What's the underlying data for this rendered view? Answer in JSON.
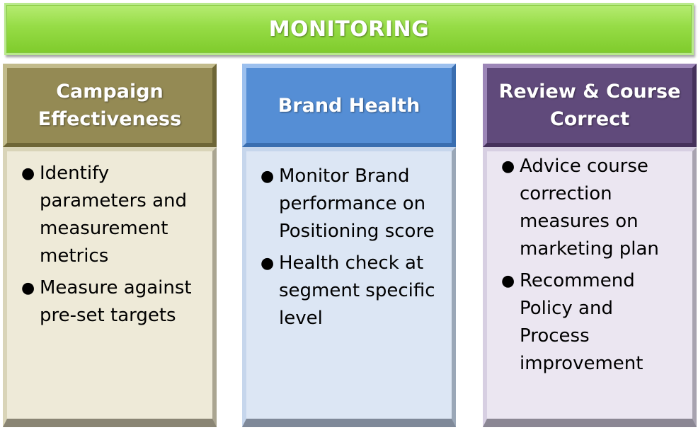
{
  "title": "MONITORING",
  "columns": [
    {
      "heading": "Campaign Effectiveness",
      "bullets": [
        "Identify parameters and measurement metrics",
        "Measure against pre-set targets"
      ]
    },
    {
      "heading": "Brand Health",
      "bullets": [
        "Monitor Brand performance on Positioning score",
        "Health check at segment specific level"
      ]
    },
    {
      "heading": "Review & Course Correct",
      "bullets": [
        "Advice course correction measures on marketing plan",
        "Recommend Policy and Process improvement"
      ]
    }
  ],
  "colors": {
    "banner": "#92d050",
    "campaign_header": "#948a54",
    "brand_header": "#558ed5",
    "review_header": "#604a7b"
  }
}
